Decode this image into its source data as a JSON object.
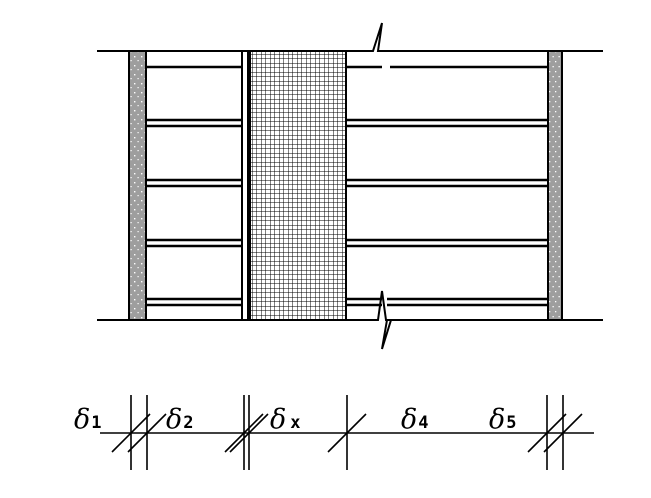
{
  "diagram": {
    "layers": [
      {
        "id": "layer-1",
        "symbol": "δ",
        "subscript": "1"
      },
      {
        "id": "layer-2",
        "symbol": "δ",
        "subscript": "2"
      },
      {
        "id": "layer-x",
        "symbol": "δ",
        "subscript": "x"
      },
      {
        "id": "layer-4",
        "symbol": "δ",
        "subscript": "4"
      },
      {
        "id": "layer-5",
        "symbol": "δ",
        "subscript": "5"
      }
    ],
    "colors": {
      "line": "#000000",
      "plaster_fill": "#9e9e9e",
      "background": "#ffffff"
    }
  }
}
